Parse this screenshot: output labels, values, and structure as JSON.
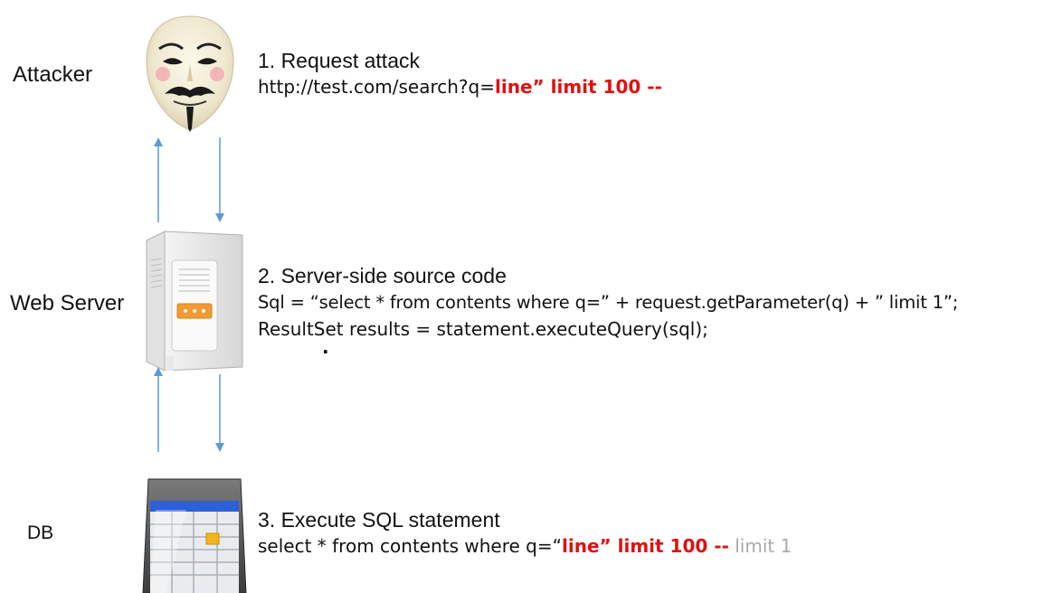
{
  "labels": {
    "attacker": "Attacker",
    "web_server": "Web Server",
    "db": "DB"
  },
  "step1": {
    "title": "1. Request attack",
    "url_plain": "http://test.com/search?q=",
    "url_injected": "line” limit 100 --"
  },
  "step2": {
    "title": "2. Server-side source code",
    "line1": "Sql = “select * from contents where q=” + request.getParameter(q) + ” limit 1”;",
    "line2": "ResultSet results = statement.executeQuery(sql);",
    "line3": "."
  },
  "step3": {
    "title": "3. Execute SQL statement",
    "sql_plain": "select * from contents where q=“",
    "sql_injected": "line” limit 100 --",
    "sql_commented": " limit 1"
  },
  "colors": {
    "arrow": "#5b9bd5",
    "injected": "#e01010",
    "commented": "#aaaaaa"
  },
  "icons": {
    "attacker": "guy-fawkes-mask-icon",
    "web_server": "server-tower-icon",
    "db": "database-table-icon"
  }
}
